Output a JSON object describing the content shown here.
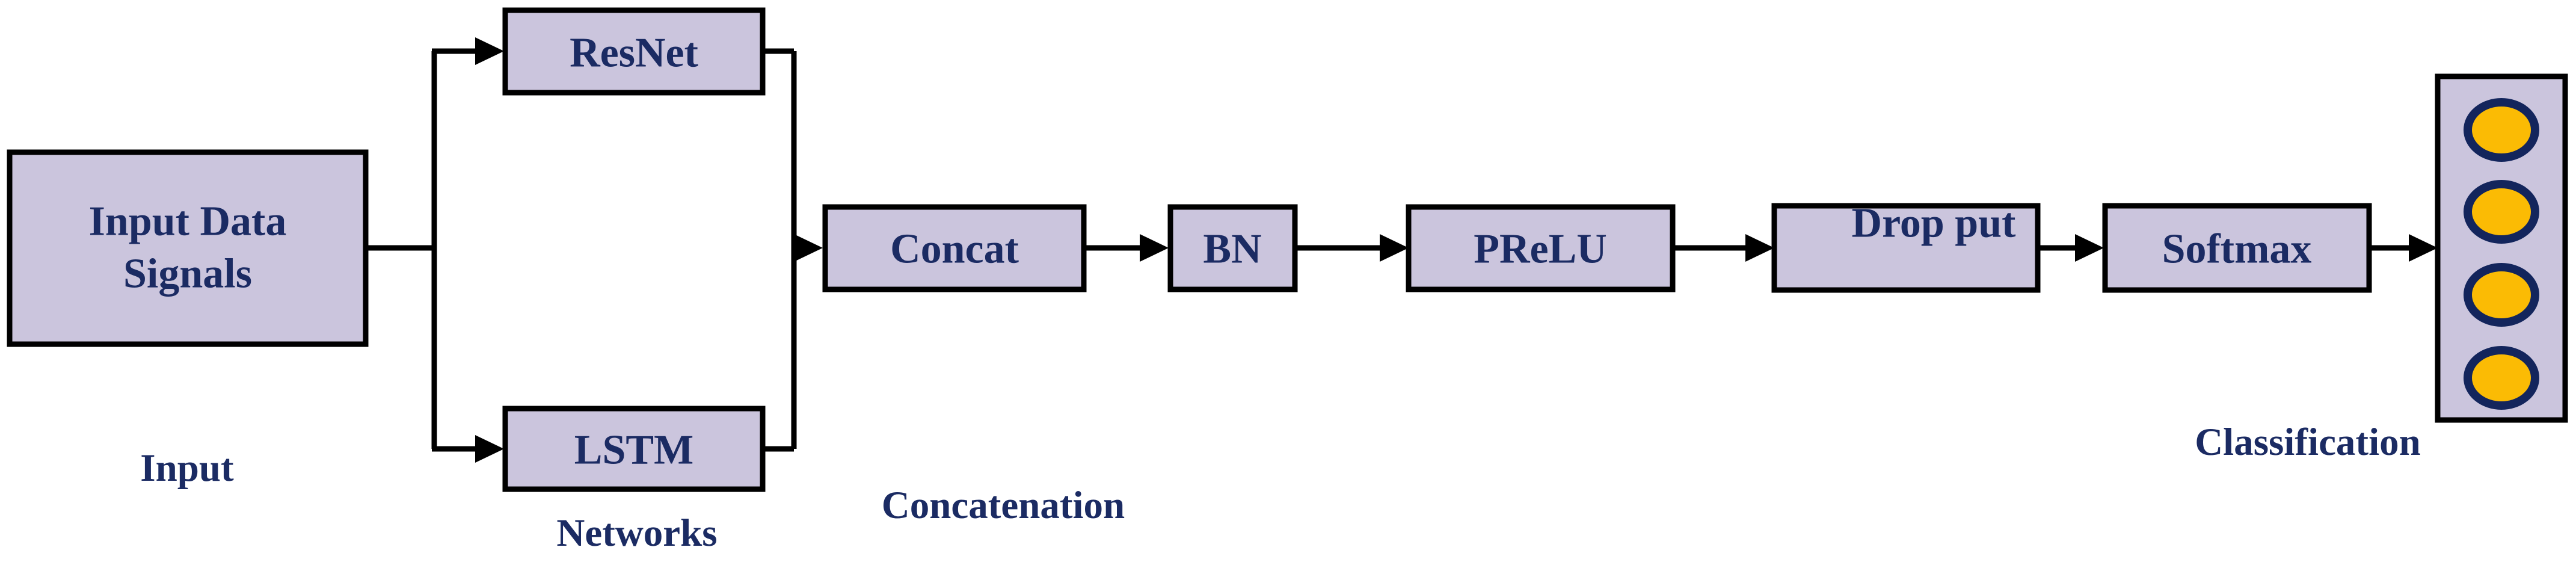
{
  "diagram": {
    "nodes": {
      "input": {
        "line1": "Input Data",
        "line2": "Signals"
      },
      "resnet": {
        "label": "ResNet"
      },
      "lstm": {
        "label": "LSTM"
      },
      "concat": {
        "label": "Concat"
      },
      "bn": {
        "label": "BN"
      },
      "prelu": {
        "label": "PReLU"
      },
      "dropout": {
        "label": "Drop put"
      },
      "softmax": {
        "label": "Softmax"
      }
    },
    "stage_labels": {
      "input": "Input",
      "networks": "Networks",
      "concatenation": "Concatenation",
      "classification": "Classification"
    },
    "output_neurons": 4
  },
  "colors": {
    "background": "#FFFFFF",
    "node_fill": "#CBC5DD",
    "node_stroke": "#000000",
    "line_color": "#000000",
    "text_color": "#1B2B63",
    "neuron_fill": "#FBBB04",
    "neuron_stroke": "#13255C"
  }
}
